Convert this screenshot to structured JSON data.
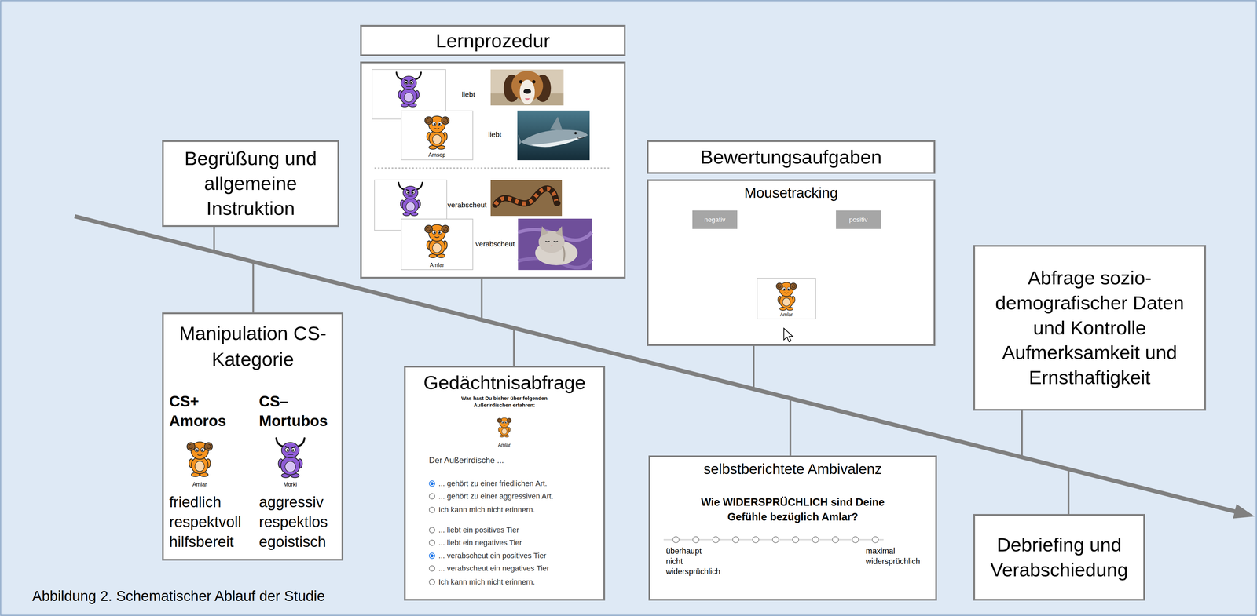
{
  "diagram": {
    "caption": "Abbildung 2. Schematischer Ablauf der Studie",
    "nodes": [
      {
        "text": [
          "Begrüßung und allgemeine Instruktion"
        ]
      },
      {
        "text": [
          "Manipulation CS-Kategorie",
          "CS+ Amoros",
          "Amlar",
          "friedlich respektvoll hilfsbereit",
          "CS– Mortubos",
          "Morki",
          "aggressiv respektlos egoistisch"
        ]
      },
      {
        "text": [
          "Lernprozedur"
        ]
      },
      {
        "text": [
          "liebt",
          "liebt",
          "verabscheut",
          "verabscheut"
        ]
      },
      {
        "text": [
          "Amsop"
        ],
        "in": 3
      },
      {
        "text": [
          "Amlar"
        ],
        "in": 3
      },
      {
        "text": [
          "Gedächtnisabfrage",
          "Was hast Du bisher über folgenden Außerirdischen erfahren:",
          "Amlar",
          "Der Außerirdische ...",
          "... gehört zu einer friedlichen Art.",
          "... gehört zu einer aggressiven Art.",
          "Ich kann mich nicht erinnern.",
          "... liebt ein positives Tier",
          "... liebt ein negatives Tier",
          "... verabscheut ein positives Tier",
          "... verabscheut ein negatives Tier",
          "Ich kann mich nicht erinnern."
        ]
      },
      {
        "text": [
          "Bewertungsaufgaben"
        ]
      },
      {
        "text": [
          "Mousetracking"
        ]
      },
      {
        "text": [
          "negativ"
        ],
        "in": 8
      },
      {
        "text": [
          "positiv"
        ],
        "in": 8
      },
      {
        "text": [
          "Amlar"
        ],
        "in": 8
      },
      {
        "text": [
          "selbstberichtete Ambivalenz",
          "Wie WIDERSPRÜCHLICH sind Deine Gefühle bezüglich Amlar?",
          "überhaupt nicht widersprüchlich",
          "maximal widersprüchlich"
        ]
      },
      {
        "text": [
          "Abfrage sozio-demografischer Daten und Kontrolle Aufmerksamkeit und Ernsthaftigkeit"
        ]
      },
      {
        "text": [
          "Debriefing und Verabschiedung"
        ]
      }
    ]
  }
}
